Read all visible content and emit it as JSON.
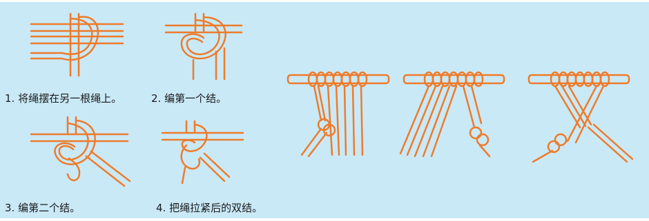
{
  "colors": {
    "background": "#c9e9f7",
    "rope": "#ee7b2a",
    "text": "#1a1a1a"
  },
  "steps": [
    {
      "label": "1. 将绳摆在另一根绳上。"
    },
    {
      "label": "2. 编第一个结。"
    },
    {
      "label": "3. 编第二个结。"
    },
    {
      "label": "4. 把绳拉紧后的双结。"
    }
  ],
  "large_panels": [
    {
      "icon": "macrame-fringe-knot-illustration"
    },
    {
      "icon": "macrame-diagonal-knot-illustration"
    },
    {
      "icon": "macrame-crossed-knot-illustration"
    }
  ]
}
